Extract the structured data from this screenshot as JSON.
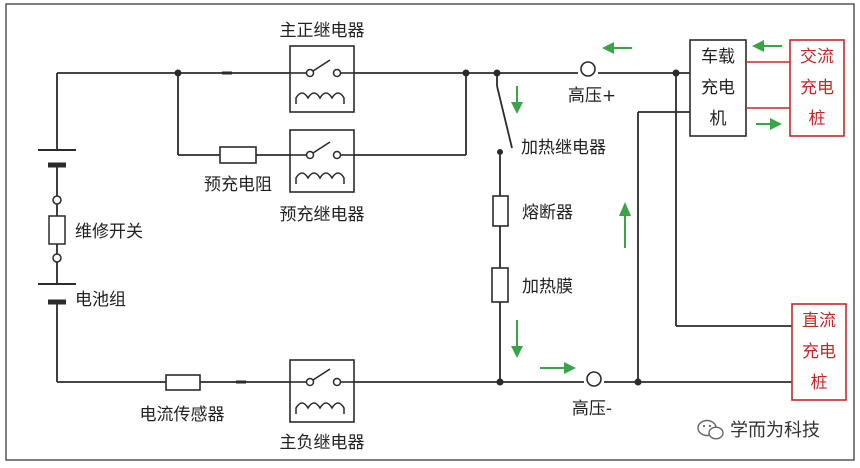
{
  "labels": {
    "main_positive_relay": "主正继电器",
    "precharge_resistor": "预充电阻",
    "precharge_relay": "预充继电器",
    "service_switch": "维修开关",
    "battery_pack": "电池组",
    "current_sensor": "电流传感器",
    "main_negative_relay": "主负继电器",
    "hv_positive": "高压+",
    "hv_negative": "高压-",
    "heating_relay": "加热继电器",
    "fuse": "熔断器",
    "heating_film": "加热膜"
  },
  "obc": {
    "line1": "车载",
    "line2": "充电",
    "line3": "机"
  },
  "ac_pile": {
    "line1": "交流",
    "line2": "充电",
    "line3": "桩"
  },
  "dc_pile": {
    "line1": "直流",
    "line2": "充电",
    "line3": "桩"
  },
  "watermark": {
    "text": "学而为科技",
    "icon": "wechat-icon"
  },
  "colors": {
    "wire": "#2b2b2b",
    "arrow": "#3aa548",
    "pile_red": "#c62828",
    "box_border": "#333333"
  }
}
